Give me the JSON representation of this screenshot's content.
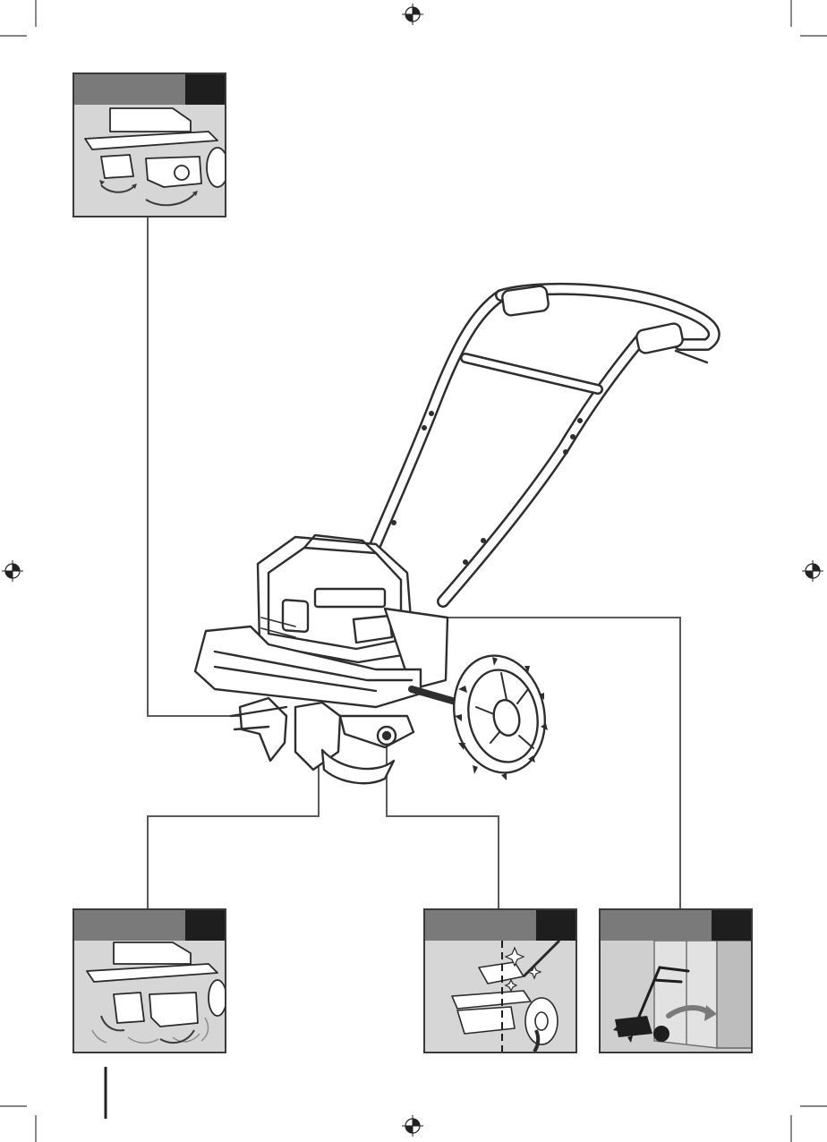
{
  "document": {
    "type": "assembly illustration page",
    "colors": {
      "line": "#3c3c3c",
      "panel_background": "#d6d6d6",
      "panel_header": "#7a7a7a",
      "panel_tab": "#1e1e1e",
      "leader_line": "#5a5a5a"
    }
  },
  "panels": [
    {
      "id": "panel-tines-rotation-top",
      "icon": "tiller-tines-rotation-icon"
    },
    {
      "id": "panel-tines-rotation-bottom",
      "icon": "tiller-tines-soil-icon"
    },
    {
      "id": "panel-wheel-split",
      "icon": "tiller-wheel-cleaning-icon"
    },
    {
      "id": "panel-storage",
      "icon": "tiller-storage-shed-icon"
    }
  ],
  "main_illustration": {
    "icon": "cordless-tiller-icon"
  }
}
